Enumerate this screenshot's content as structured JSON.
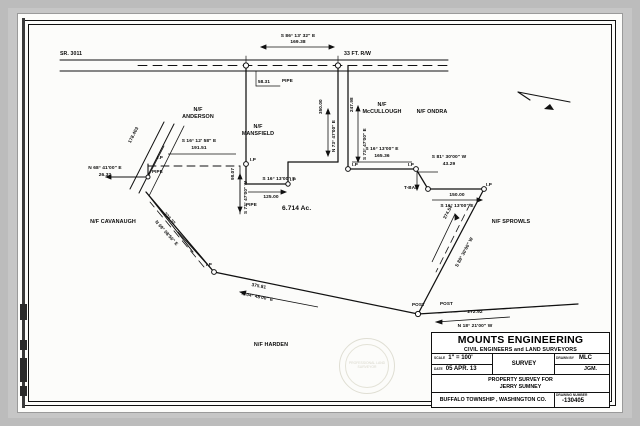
{
  "document": {
    "kind": "land-survey-plat",
    "area_label": "6.714 Ac.",
    "road_name": "SR. 3011",
    "row_label": "33 FT. R/W"
  },
  "title_block": {
    "company": "MOUNTS ENGINEERING",
    "company_sub": "CIVIL ENGINEERS and LAND SURVEYORS",
    "scale_caption": "SCALE",
    "scale_value": "1\" = 100'",
    "date_caption": "DATE",
    "date_value": "05 APR. 13",
    "type_value": "SURVEY",
    "drawn_caption": "DRAWN BY",
    "drawn_value": "MLC",
    "checked_value": "JGM.",
    "purpose_line1": "PROPERTY  SURVEY  FOR",
    "purpose_line2": "JERRY SUMNEY",
    "location": "BUFFALO TOWNSHIP , WASHINGTON CO.",
    "drawing_caption": "DRAWING NUMBER",
    "drawing_value": "-130405"
  },
  "adjoiners": [
    {
      "name": "N/F\nANDERSON",
      "id": "anderson"
    },
    {
      "name": "N/F\nMANSFIELD",
      "id": "mansfield"
    },
    {
      "name": "N/F\nMcCULLOUGH",
      "id": "mccullough"
    },
    {
      "name": "N/F ONDRA",
      "id": "ondra"
    },
    {
      "name": "N/F SPROWLS",
      "id": "sprowls"
    },
    {
      "name": "N/F CAVANAUGH",
      "id": "cavanaugh"
    },
    {
      "name": "N/F HARDEN",
      "id": "harden"
    }
  ],
  "courses": [
    {
      "id": "c1",
      "bearing": "S 86° 13' 32\" E",
      "distance": "169.38"
    },
    {
      "id": "c2",
      "bearing": "N 68° 41'00\" E",
      "distance": "26.32"
    },
    {
      "id": "c3",
      "bearing": "S 16° 12' 58\" E",
      "distance": "191.51"
    },
    {
      "id": "c4",
      "bearing": "N 73° 47'00\" E",
      "distance": "350.00"
    },
    {
      "id": "c5",
      "bearing": "S 73° 47'00\" W",
      "distance": "98.07"
    },
    {
      "id": "c6",
      "bearing": "S 16° 13'00\" E",
      "distance": "125.00"
    },
    {
      "id": "c7",
      "bearing": "S 73° 47'00\" E",
      "distance": "247.98"
    },
    {
      "id": "c8",
      "bearing": "S 16° 13'00\" E",
      "distance": "165.36"
    },
    {
      "id": "c9",
      "bearing": "S 81° 30'00\" W",
      "distance": "43.29"
    },
    {
      "id": "c10",
      "bearing": "S 16° 13'00\" E",
      "distance": "150.00"
    },
    {
      "id": "c11",
      "bearing": "S 88° 30'00\" W",
      "distance": "374.54"
    },
    {
      "id": "c12",
      "bearing": "N 18° 21'00\" W",
      "distance": "272.92"
    },
    {
      "id": "c13",
      "bearing": "N 04° 48'00\" E",
      "distance": "375.81"
    },
    {
      "id": "c14",
      "bearing": "N 69° 08'56\" E",
      "distance": "226.32"
    },
    {
      "id": "c15",
      "bearing": "",
      "distance": "178.403"
    },
    {
      "id": "c16",
      "bearing": "",
      "distance": "58.31"
    }
  ],
  "monuments": {
    "pipe": "PIPE",
    "ip": "I.P",
    "tbar": "T-BAR",
    "post": "POST"
  },
  "seal": {
    "text": "PROFESSIONAL LAND SURVEYOR"
  }
}
